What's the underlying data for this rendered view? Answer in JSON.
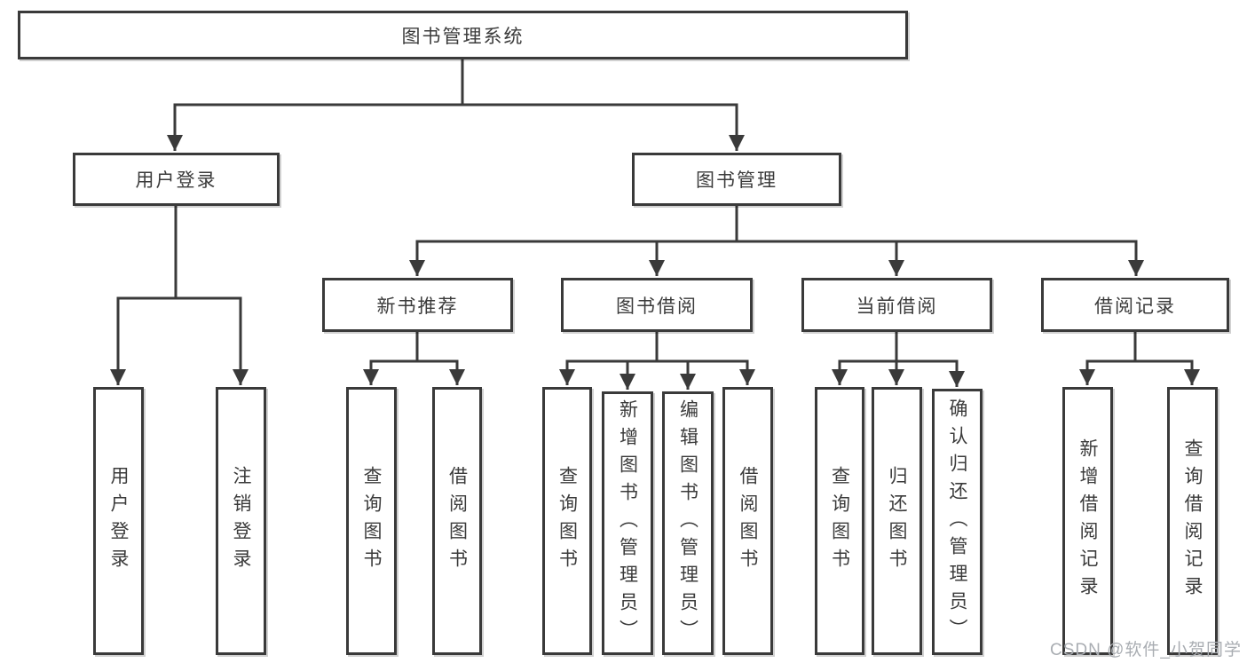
{
  "tree": {
    "label": "图书管理系统",
    "children": [
      {
        "label": "用户登录",
        "children": [
          {
            "label": "用户登录"
          },
          {
            "label": "注销登录"
          }
        ]
      },
      {
        "label": "图书管理",
        "children": [
          {
            "label": "新书推荐",
            "children": [
              {
                "label": "查询图书"
              },
              {
                "label": "借阅图书"
              }
            ]
          },
          {
            "label": "图书借阅",
            "children": [
              {
                "label": "查询图书"
              },
              {
                "label": "新增图书（管理员）"
              },
              {
                "label": "编辑图书（管理员）"
              },
              {
                "label": "借阅图书"
              }
            ]
          },
          {
            "label": "当前借阅",
            "children": [
              {
                "label": "查询图书"
              },
              {
                "label": "归还图书"
              },
              {
                "label": "确认归还（管理员）"
              }
            ]
          },
          {
            "label": "借阅记录",
            "children": [
              {
                "label": "新增借阅记录"
              },
              {
                "label": "查询借阅记录"
              }
            ]
          }
        ]
      }
    ]
  },
  "watermark": {
    "text": "CSDN @软件_小贺同学"
  },
  "colors": {
    "line": "#3a3a3a",
    "box_border": "#3a3a3a",
    "text": "#3b3b3b",
    "watermark": "#a9adb2",
    "background": "#ffffff"
  }
}
